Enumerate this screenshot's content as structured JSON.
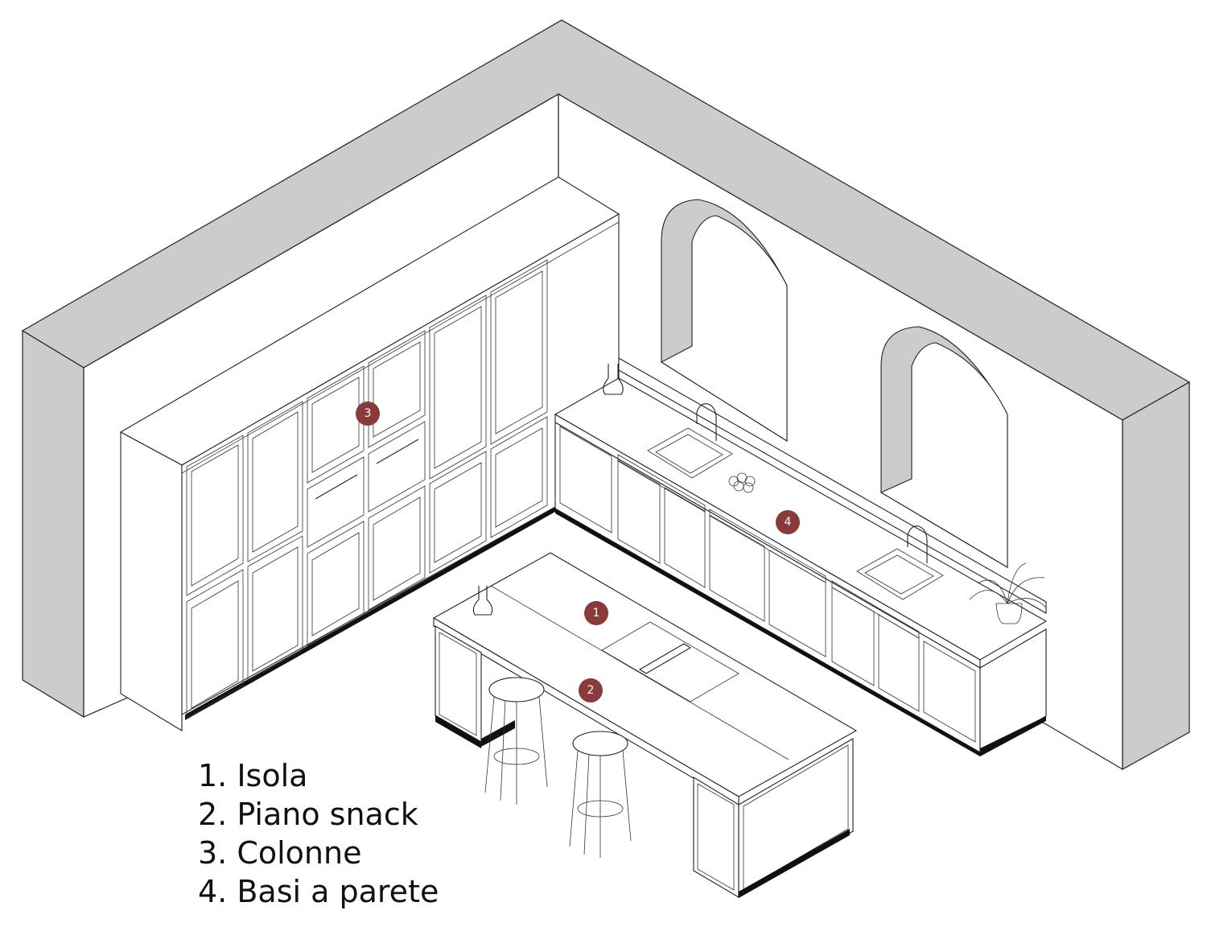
{
  "markers": [
    {
      "number": "1",
      "label": "Isola"
    },
    {
      "number": "2",
      "label": "Piano snack"
    },
    {
      "number": "3",
      "label": "Colonne"
    },
    {
      "number": "4",
      "label": "Basi a parete"
    }
  ],
  "legend": [
    {
      "text": "1. Isola"
    },
    {
      "text": "2. Piano snack"
    },
    {
      "text": "3. Colonne"
    },
    {
      "text": "4. Basi a parete"
    }
  ],
  "colors": {
    "marker": "#8b3a3a",
    "wall_section": "#cccccc",
    "line": "#222222"
  }
}
